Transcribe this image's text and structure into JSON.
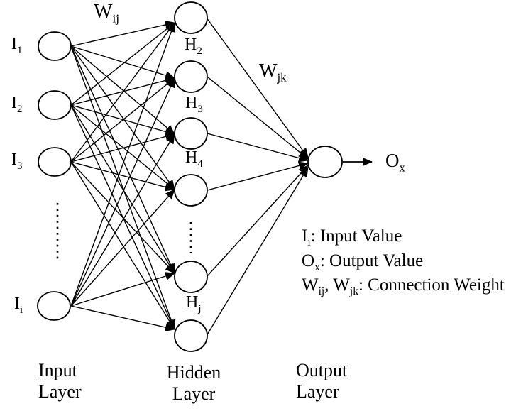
{
  "colors": {
    "ink": "#000000",
    "background": "#ffffff"
  },
  "nodes": {
    "input": [
      {
        "main": "I",
        "sub": "1"
      },
      {
        "main": "I",
        "sub": "2"
      },
      {
        "main": "I",
        "sub": "3"
      },
      {
        "main": "I",
        "sub": "i"
      }
    ],
    "hidden": [
      {
        "main": "H",
        "sub": "2"
      },
      {
        "main": "H",
        "sub": "3"
      },
      {
        "main": "H",
        "sub": "4"
      },
      {
        "main": "H",
        "sub": "j"
      }
    ],
    "output": {
      "main": "O",
      "sub": "x"
    }
  },
  "weights": {
    "input_hidden": {
      "main": "W",
      "sub": "ij"
    },
    "hidden_output": {
      "main": "W",
      "sub": "jk"
    }
  },
  "legend": {
    "input": {
      "sym": "I",
      "sub": "i",
      "desc": ": Input Value"
    },
    "output": {
      "sym": "O",
      "sub": "x",
      "desc": ": Output Value"
    },
    "weights": {
      "sym1": "W",
      "sub1": "ij",
      "sep": ", ",
      "sym2": "W",
      "sub2": "jk",
      "desc": ": Connection Weight"
    }
  },
  "layer_labels": {
    "input": {
      "line1": "Input",
      "line2": "Layer"
    },
    "hidden": {
      "line1": "Hidden",
      "line2": "Layer"
    },
    "output": {
      "line1": "Output",
      "line2": "Layer"
    }
  }
}
